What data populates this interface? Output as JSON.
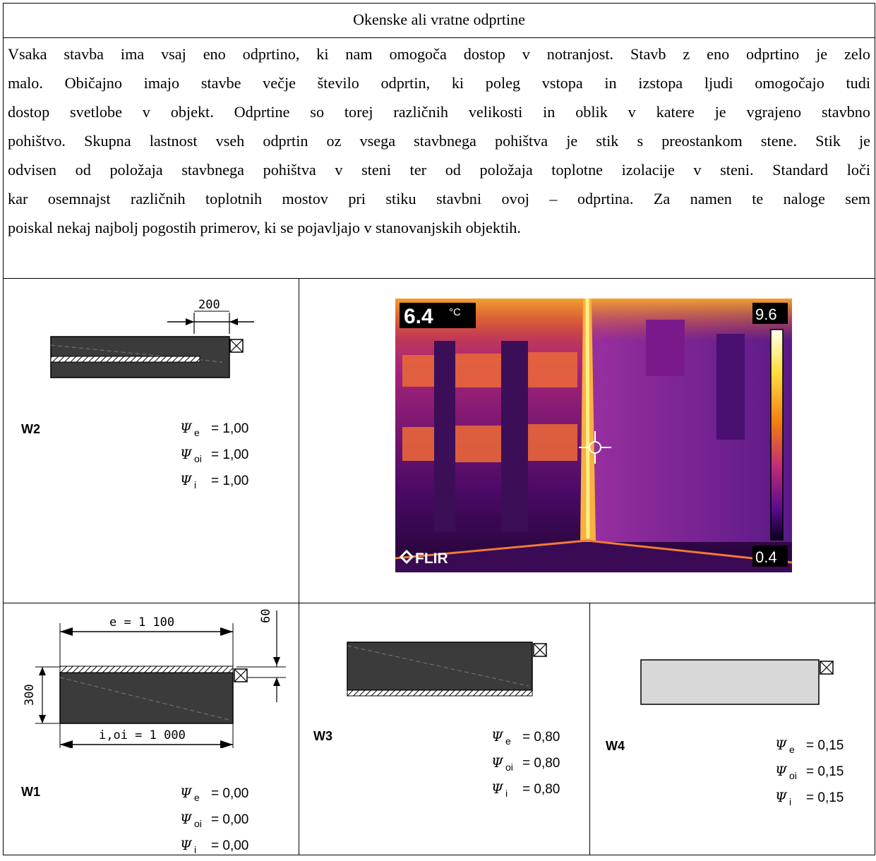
{
  "title": "Okenske ali vratne odprtine",
  "paragraph_lines": [
    "Vsaka stavba ima vsaj eno odprtino, ki nam omogoča dostop v notranjost. Stavb z eno odprtino je zelo",
    "malo. Običajno imajo stavbe večje število odprtin, ki poleg vstopa in izstopa ljudi omogočajo tudi",
    "dostop svetlobe v objekt. Odprtine so torej različnih velikosti in oblik v katere je vgrajeno stavbno",
    "pohištvo. Skupna lastnost vseh odprtin oz vsega stavbnega pohištva je stik s preostankom stene. Stik je",
    "odvisen od položaja stavbnega pohištva v steni ter od položaja toplotne izolacije v steni. Standard loči",
    "kar osemnajst različnih toplotnih mostov pri stiku stavbni ovoj – odprtina. Za namen te naloge sem",
    "poiskal nekaj najbolj pogostih primerov, ki se pojavljajo v stanovanjskih objektih."
  ],
  "psi_symbol": "Ψ",
  "psi_subscripts": [
    "e",
    "oi",
    "i"
  ],
  "cases": {
    "w2": {
      "label": "W2",
      "dim_top": "200",
      "values": [
        "= 1,00",
        "= 1,00",
        "= 1,00"
      ]
    },
    "w1": {
      "label": "W1",
      "dim_e": "e = 1 100",
      "dim_i": "i,oi = 1 000",
      "dim_h": "300",
      "dim_ins": "60",
      "values": [
        "= 0,00",
        "= 0,00",
        "= 0,00"
      ]
    },
    "w3": {
      "label": "W3",
      "values": [
        "= 0,80",
        "= 0,80",
        "= 0,80"
      ]
    },
    "w4": {
      "label": "W4",
      "values": [
        "= 0,15",
        "= 0,15",
        "= 0,15"
      ]
    }
  },
  "thermal": {
    "temp_readout": "6.4",
    "temp_unit": "°C",
    "scale_max": "9.6",
    "scale_min": "0.4",
    "brand": "FLIR"
  }
}
